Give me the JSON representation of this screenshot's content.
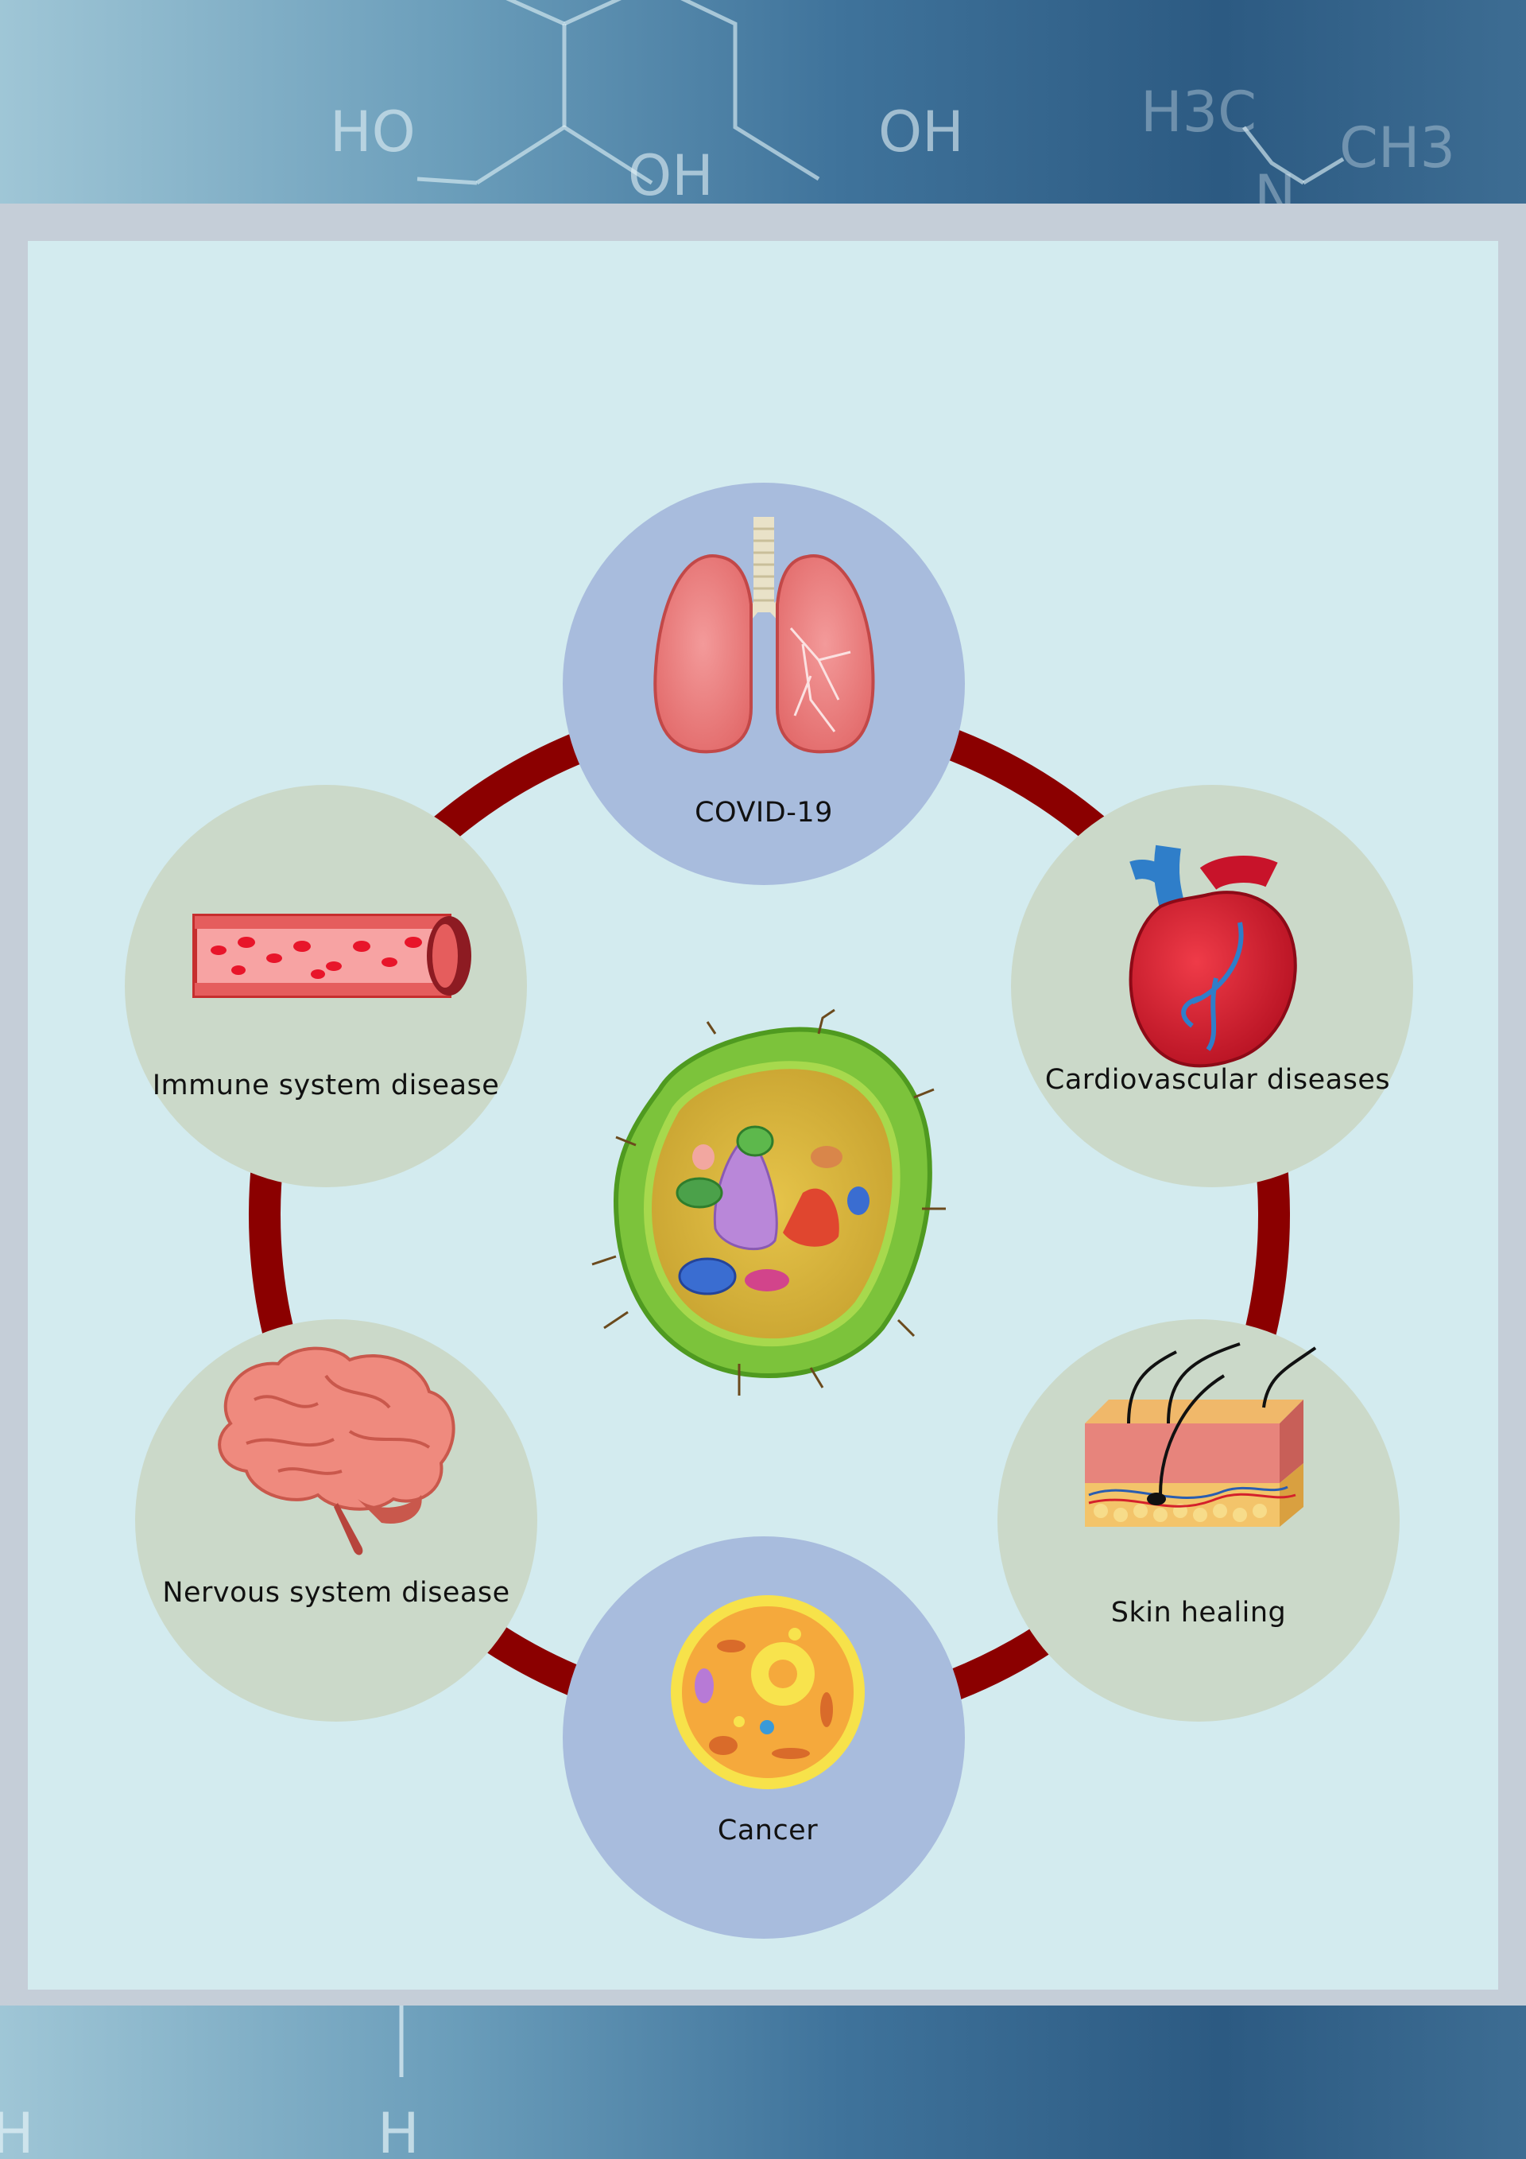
{
  "background": {
    "formula_text": {
      "ho": "HO",
      "oh_left": "OH",
      "oh_right": "OH",
      "h3c": "H3C",
      "n": "N",
      "ch3": "CH3",
      "h_left": "H",
      "h_mid": "H"
    }
  },
  "diagram": {
    "ring_color": "#8b0000",
    "circle_colors": {
      "blue": "#a8bcdd",
      "sage": "#cbd9c9"
    },
    "nodes": [
      {
        "id": "covid",
        "label": "COVID-19",
        "icon": "lungs-icon",
        "color": "blue"
      },
      {
        "id": "cardio",
        "label": "Cardiovascular diseases",
        "icon": "heart-icon",
        "color": "sage"
      },
      {
        "id": "skin",
        "label": "Skin healing",
        "icon": "skin-layers-icon",
        "color": "sage"
      },
      {
        "id": "cancer",
        "label": "Cancer",
        "icon": "cancer-cell-icon",
        "color": "blue"
      },
      {
        "id": "nervous",
        "label": "Nervous system disease",
        "icon": "brain-icon",
        "color": "sage"
      },
      {
        "id": "immune",
        "label": "Immune system disease",
        "icon": "blood-vessel-icon",
        "color": "sage"
      }
    ],
    "center_icon": "plant-cell-icon"
  }
}
